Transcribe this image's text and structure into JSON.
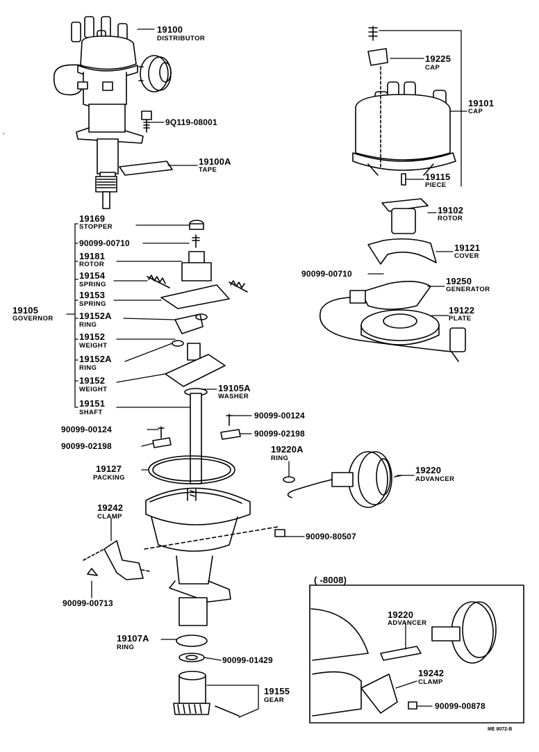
{
  "parts": {
    "p19100": {
      "num": "19100",
      "name": "DISTRIBUTOR"
    },
    "p9q119": {
      "num": "9Q119-08001"
    },
    "p19100a": {
      "num": "19100A",
      "name": "TAPE"
    },
    "p19225": {
      "num": "19225",
      "name": "CAP"
    },
    "p19101": {
      "num": "19101",
      "name": "CAP"
    },
    "p19115": {
      "num": "19115",
      "name": "PIECE"
    },
    "p19102": {
      "num": "19102",
      "name": "ROTOR"
    },
    "p19121": {
      "num": "19121",
      "name": "COVER"
    },
    "p00710b": {
      "num": "90099-00710"
    },
    "p19250": {
      "num": "19250",
      "name": "GENERATOR"
    },
    "p19122": {
      "num": "19122",
      "name": "PLATE"
    },
    "p19169": {
      "num": "19169",
      "name": "STOPPER"
    },
    "p00710a": {
      "num": "90099-00710"
    },
    "p19181": {
      "num": "19181",
      "name": "ROTOR"
    },
    "p19154": {
      "num": "19154",
      "name": "SPRING"
    },
    "p19153": {
      "num": "19153",
      "name": "SPRING"
    },
    "p19105": {
      "num": "19105",
      "name": "GOVERNOR"
    },
    "p19152a1": {
      "num": "19152A",
      "name": "RING"
    },
    "p19152_1": {
      "num": "19152",
      "name": "WEIGHT"
    },
    "p19152a2": {
      "num": "19152A",
      "name": "RING"
    },
    "p19152_2": {
      "num": "19152",
      "name": "WEIGHT"
    },
    "p19105a": {
      "num": "19105A",
      "name": "WASHER"
    },
    "p19151": {
      "num": "19151",
      "name": "SHAFT"
    },
    "p00124a": {
      "num": "90099-00124"
    },
    "p02198a": {
      "num": "90099-02198"
    },
    "p00124b": {
      "num": "90099-00124"
    },
    "p02198b": {
      "num": "90099-02198"
    },
    "p19220a": {
      "num": "19220A",
      "name": "RING"
    },
    "p19127": {
      "num": "19127",
      "name": "PACKING"
    },
    "p19220": {
      "num": "19220",
      "name": "ADVANCER"
    },
    "p19242": {
      "num": "19242",
      "name": "CLAMP"
    },
    "p80507": {
      "num": "90090-80507"
    },
    "p00713": {
      "num": "90099-00713"
    },
    "p19107a": {
      "num": "19107A",
      "name": "RING"
    },
    "p01429": {
      "num": "90099-01429"
    },
    "p19155": {
      "num": "19155",
      "name": "GEAR"
    }
  },
  "inset": {
    "title": "(      -8008)",
    "p19220": {
      "num": "19220",
      "name": "ADVANCER"
    },
    "p19242": {
      "num": "19242",
      "name": "CLAMP"
    },
    "p00878": {
      "num": "90099-00878"
    }
  },
  "figure_code": "ME 8072-B"
}
